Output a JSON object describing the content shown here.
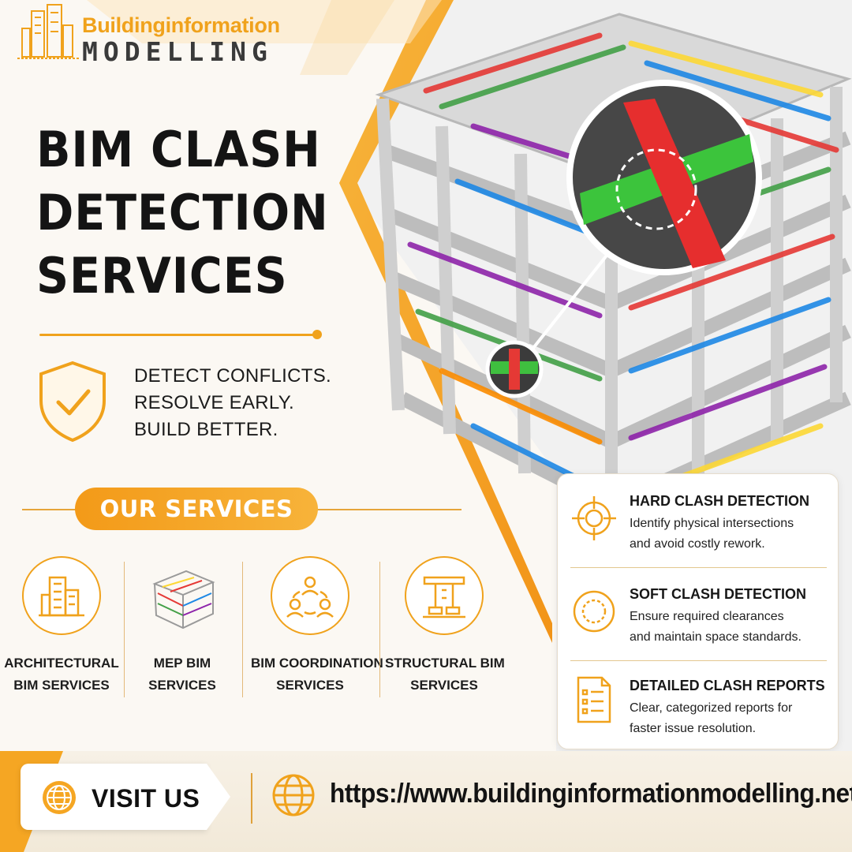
{
  "brand": {
    "line1": "Buildinginformation",
    "line2": "MODELLING",
    "accent_color": "#f0a21c"
  },
  "hero": {
    "title_lines": [
      "BIM CLASH",
      "DETECTION",
      "SERVICES"
    ],
    "tagline_lines": [
      "DETECT CONFLICTS.",
      "RESOLVE EARLY.",
      "BUILD BETTER."
    ],
    "icon": "shield-check-icon"
  },
  "services": {
    "heading": "OUR SERVICES",
    "items": [
      {
        "label_lines": [
          "ARCHITECTURAL",
          "BIM SERVICES"
        ],
        "icon": "building-icon"
      },
      {
        "label_lines": [
          "MEP BIM",
          "SERVICES"
        ],
        "icon": "mep-model-icon"
      },
      {
        "label_lines": [
          "BIM COORDINATION",
          "SERVICES"
        ],
        "icon": "team-coordination-icon"
      },
      {
        "label_lines": [
          "STRUCTURAL BIM",
          "SERVICES"
        ],
        "icon": "steel-beam-icon"
      }
    ]
  },
  "clash_types": [
    {
      "title": "HARD CLASH DETECTION",
      "desc_lines": [
        "Identify physical intersections",
        "and avoid costly rework."
      ],
      "icon": "crosshair-icon"
    },
    {
      "title": "SOFT CLASH DETECTION",
      "desc_lines": [
        "Ensure required clearances",
        "and maintain space standards."
      ],
      "icon": "dashed-circle-icon"
    },
    {
      "title": "DETAILED CLASH REPORTS",
      "desc_lines": [
        "Clear, categorized reports for",
        "faster issue resolution."
      ],
      "icon": "report-icon"
    }
  ],
  "footer": {
    "visit_label": "VISIT US",
    "url": "https://www.buildinginformationmodelling.net",
    "icon": "globe-icon"
  }
}
